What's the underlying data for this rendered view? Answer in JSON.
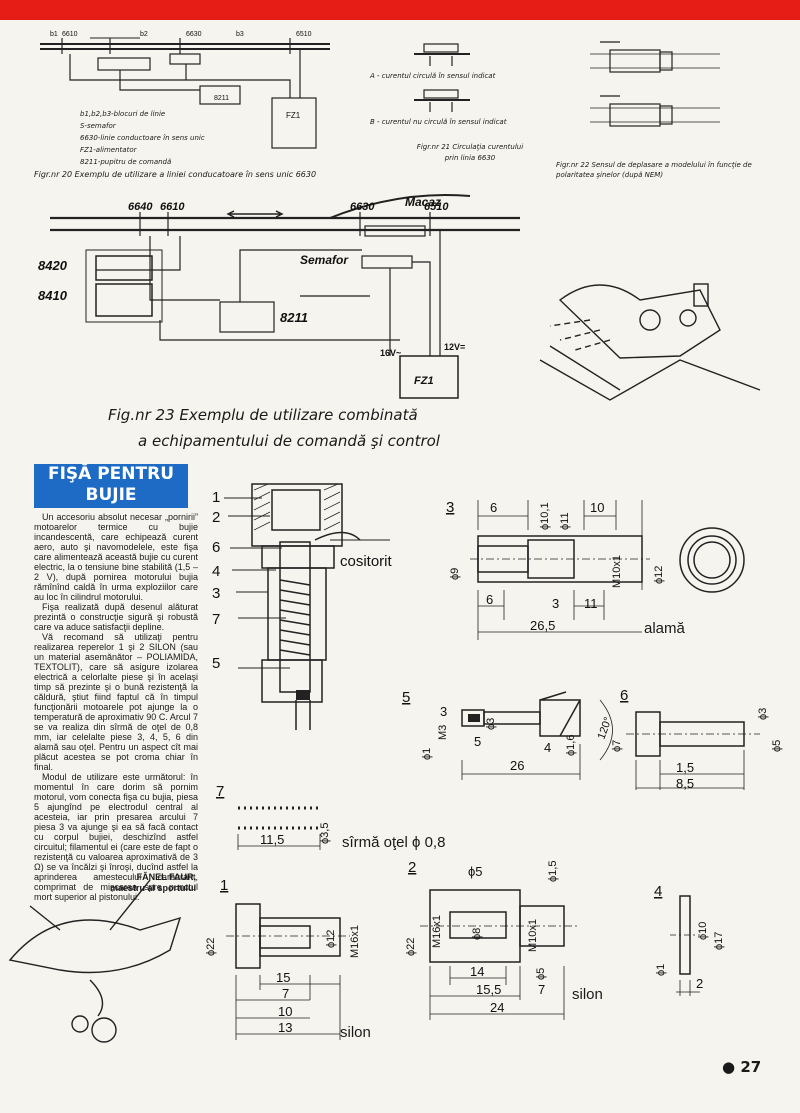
{
  "fig20": {
    "block_labels": [
      "b1",
      "6610",
      "b2",
      "6630",
      "b3",
      "6510"
    ],
    "legend": [
      "b1,b2,b3-blocuri de linie",
      "S-semafor",
      "6630-linie conductoare în sens unic",
      "FZ1-alimentator",
      "8211-pupitru de comandă"
    ],
    "caption": "Figr.nr 20  Exemplu de utilizare a liniei conducatoare în sens unic 6630",
    "fz1": "FZ1",
    "c8211": "8211"
  },
  "fig21": {
    "a": "A - curentul circulă în sensul indicat",
    "b": "B - curentul nu circulă în sensul indicat",
    "caption": "Figr.nr 21 Circulaţia curentului prin linia 6630"
  },
  "fig22": {
    "caption": "Figr.nr 22  Sensul de deplasare a modelului în funcţie de polaritatea şinelor (după NEM)"
  },
  "fig23": {
    "macaz": "Macaz",
    "semafor": "Semafor",
    "labels": [
      "6640",
      "6610",
      "6630",
      "6510",
      "8420",
      "8410",
      "8211",
      "FZ1",
      "16V~",
      "12V="
    ],
    "caption_line1": "Fig.nr 23  Exemplu de utilizare combinată",
    "caption_line2": "a echipamentului de comandă şi control"
  },
  "article": {
    "title": "FIŞĂ PENTRU BUJIE",
    "paragraphs": [
      "Un accesoriu absolut necesar „pornirii” motoarelor termice cu bujie incandescentă, care echipează curent aero, auto şi navomodelele, este fişa care alimentează această bujie cu curent electric, la o tensiune bine stabilită (1,5 – 2 V), după pornirea motorului bujia rămînînd caldă în urma exploziilor care au loc în cilindrul motorului.",
      "Fişa realizată după desenul alăturat prezintă o construcţie sigură şi robustă care va aduce satisfacţii depline.",
      "Vă recomand să utilizaţi pentru realizarea reperelor 1 şi 2 SILON (sau un material asemănător – POLIAMIDA, TEXTOLIT), care să asigure izolarea electrică a celorlalte piese şi în acelaşi timp să prezinte şi o bună rezistenţă la căldură, ştiut fiind faptul că în timpul funcţionării motoarele pot ajunge la o temperatură de aproximativ 90 C. Arcul 7 se va realiza din sîrmă de oţel de 0,8 mm, iar celelalte piese 3, 4, 5, 6 din alamă sau oţel. Pentru un aspect cît mai plăcut acestea se pot croma chiar în final.",
      "Modul de utilizare este următorul: în momentul în care dorim să pornim motorul, vom conecta fişa cu bujia, piesa 5 ajungînd pe electrodul central al acesteia, iar prin presarea arcului 7 piesa 3 va ajunge şi ea să facă contact cu corpul bujiei, deschizînd astfel circuitul; filamentul ei (care este de fapt o rezistenţă cu valoarea aproximativă de 3 Ω) se va încălzi şi înroşi, ducînd astfel la aprinderea amestecului carburant, comprimat de mişcarea spre punctul mort superior al pistonului."
    ],
    "author": "FĂNEL FAUR,",
    "author_title": "maestru al sportului"
  },
  "drawing": {
    "assembly_labels": [
      "1",
      "2",
      "6",
      "4",
      "3",
      "7",
      "5"
    ],
    "cositorit": "cositorit",
    "part3": {
      "num": "3",
      "dims": [
        "6",
        "ϕ10,1",
        "ϕ11",
        "10",
        "ϕ9",
        "M10x1",
        "ϕ12",
        "6",
        "3",
        "11",
        "26,5"
      ],
      "material": "alamă"
    },
    "part5": {
      "num": "5",
      "dims": [
        "3",
        "ϕ3",
        "M3",
        "ϕ1",
        "5",
        "ϕ1,6",
        "120°",
        "4",
        "26"
      ]
    },
    "part6": {
      "num": "6",
      "dims": [
        "ϕ3",
        "ϕ7",
        "ϕ5",
        "1,5",
        "8,5"
      ]
    },
    "part7": {
      "num": "7",
      "dims": [
        "11,5",
        "ϕ3,5"
      ],
      "material": "sîrmă oţel ϕ 0,8"
    },
    "part1": {
      "num": "1",
      "dims": [
        "ϕ22",
        "ϕ12",
        "M16x1",
        "15",
        "7",
        "10",
        "13"
      ],
      "material": "silon"
    },
    "part2": {
      "num": "2",
      "dims": [
        "ϕ5",
        "ϕ1,5",
        "ϕ22",
        "M16x1",
        "ϕ8",
        "M10x1",
        "14",
        "ϕ5",
        "15,5",
        "7",
        "24"
      ],
      "material": "silon"
    },
    "part4": {
      "num": "4",
      "dims": [
        "ϕ10",
        "ϕ17",
        "ϕ1",
        "2"
      ]
    }
  },
  "page_number": "27"
}
